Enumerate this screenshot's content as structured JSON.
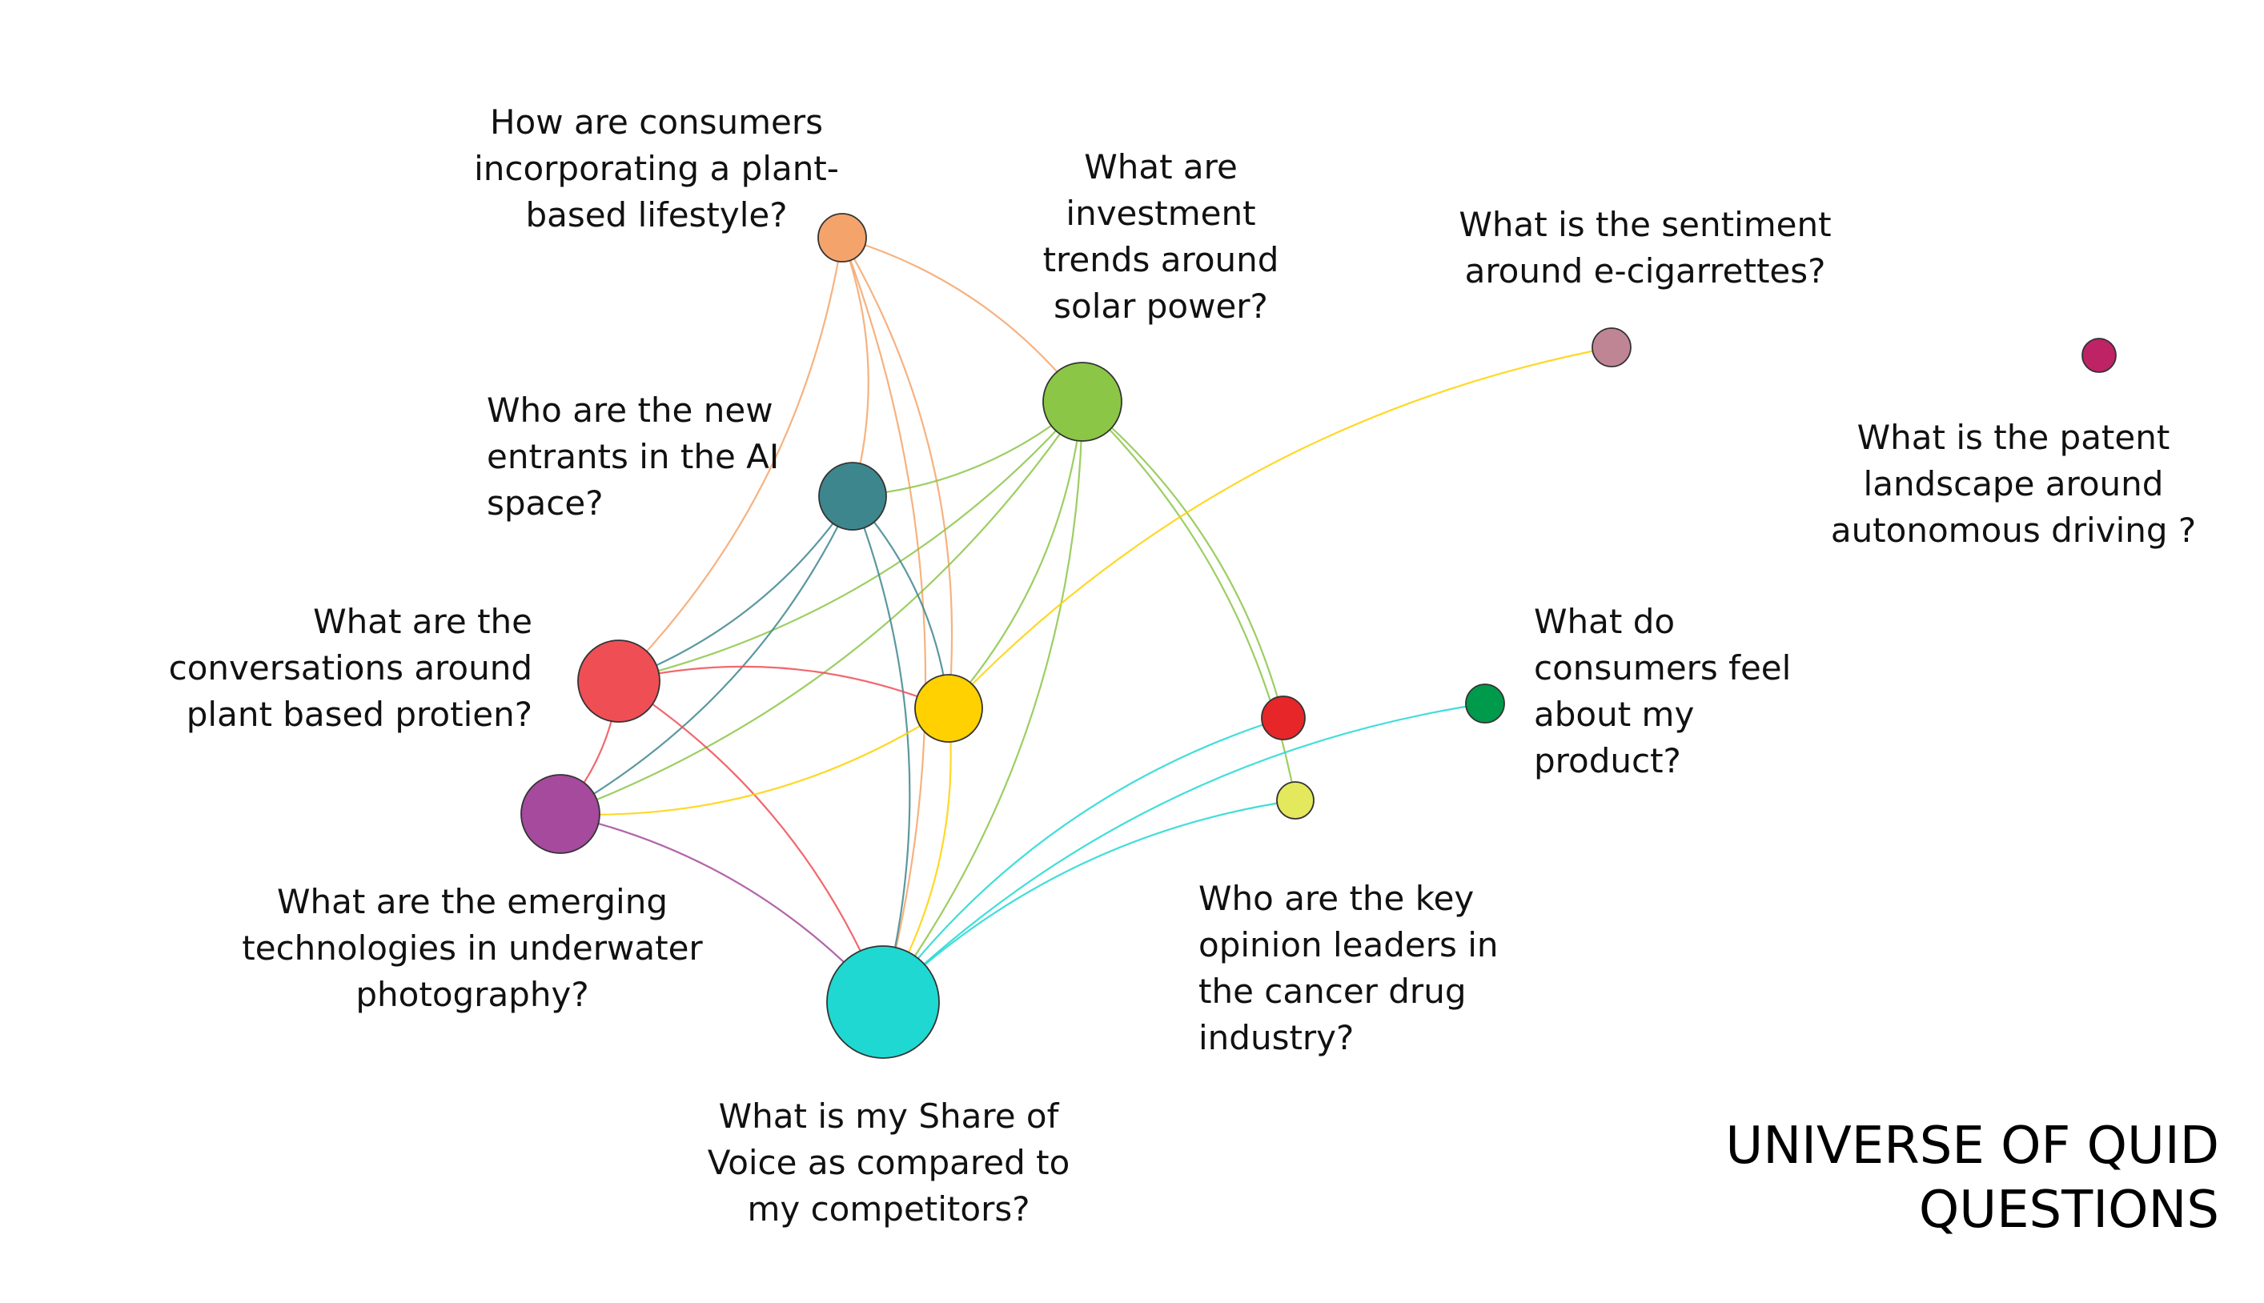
{
  "title": "UNIVERSE OF QUID\nQUESTIONS",
  "nodes": [
    {
      "id": "plant-lifestyle",
      "color": "#F4A46A",
      "label": "How are consumers\nincorporating a plant-\nbased lifestyle?"
    },
    {
      "id": "solar-investment",
      "color": "#8BC646",
      "label": "What are\ninvestment\ntrends around\nsolar power?"
    },
    {
      "id": "e-cigarettes",
      "color": "#C08595",
      "label": "What is the sentiment\naround e-cigarrettes?"
    },
    {
      "id": "patent-autonomous",
      "color": "#BD2365",
      "label": "What is the patent\nlandscape around\nautonomous driving ?"
    },
    {
      "id": "ai-entrants",
      "color": "#3E868E",
      "label": "Who are the new\nentrants in the AI\nspace?"
    },
    {
      "id": "plant-protein",
      "color": "#EF4E55",
      "label": "What are the\nconversations around\nplant based protien?"
    },
    {
      "id": "hub-yellow",
      "color": "#FFD100",
      "label": ""
    },
    {
      "id": "cancer-kol",
      "color": "#E62629",
      "label": "Who are the key\nopinion leaders in\nthe cancer drug\nindustry?"
    },
    {
      "id": "light-yellow",
      "color": "#E4E85D",
      "label": ""
    },
    {
      "id": "my-product",
      "color": "#009A4C",
      "label": "What do\nconsumers feel\nabout my\nproduct?"
    },
    {
      "id": "underwater-photo",
      "color": "#A54A9C",
      "label": "What are the emerging\ntechnologies in underwater\nphotography?"
    },
    {
      "id": "share-of-voice",
      "color": "#1FD8D2",
      "label": "What is my Share of\nVoice as compared to\nmy competitors?"
    }
  ],
  "edges": [
    [
      "plant-lifestyle",
      "solar-investment"
    ],
    [
      "plant-lifestyle",
      "ai-entrants"
    ],
    [
      "plant-lifestyle",
      "plant-protein"
    ],
    [
      "plant-lifestyle",
      "hub-yellow"
    ],
    [
      "plant-lifestyle",
      "share-of-voice"
    ],
    [
      "solar-investment",
      "ai-entrants"
    ],
    [
      "solar-investment",
      "plant-protein"
    ],
    [
      "solar-investment",
      "hub-yellow"
    ],
    [
      "solar-investment",
      "underwater-photo"
    ],
    [
      "solar-investment",
      "share-of-voice"
    ],
    [
      "solar-investment",
      "cancer-kol"
    ],
    [
      "solar-investment",
      "light-yellow"
    ],
    [
      "ai-entrants",
      "plant-protein"
    ],
    [
      "ai-entrants",
      "hub-yellow"
    ],
    [
      "ai-entrants",
      "underwater-photo"
    ],
    [
      "ai-entrants",
      "share-of-voice"
    ],
    [
      "plant-protein",
      "hub-yellow"
    ],
    [
      "plant-protein",
      "underwater-photo"
    ],
    [
      "plant-protein",
      "share-of-voice"
    ],
    [
      "hub-yellow",
      "underwater-photo"
    ],
    [
      "hub-yellow",
      "share-of-voice"
    ],
    [
      "hub-yellow",
      "e-cigarettes"
    ],
    [
      "underwater-photo",
      "share-of-voice"
    ],
    [
      "share-of-voice",
      "cancer-kol"
    ],
    [
      "share-of-voice",
      "light-yellow"
    ],
    [
      "share-of-voice",
      "my-product"
    ]
  ]
}
